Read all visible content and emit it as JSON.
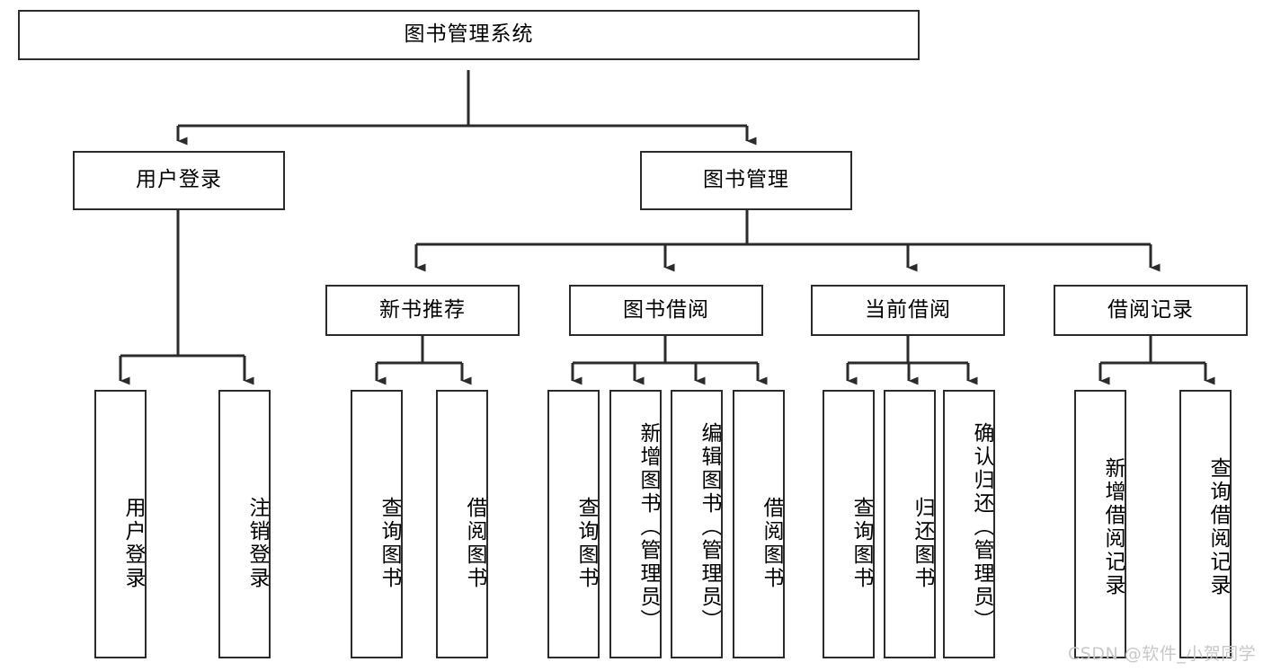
{
  "diagram": {
    "title": "图书管理系统",
    "type": "tree-hierarchy",
    "watermark": "CSDN @软件_小贺同学",
    "colors": {
      "stroke": "#2b2b2b",
      "fill": "#ffffff",
      "text": "#000000",
      "watermark": "#c8c8c8"
    },
    "levels": {
      "root": "图书管理系统",
      "level2": [
        "用户登录",
        "图书管理"
      ],
      "level3": [
        "新书推荐",
        "图书借阅",
        "当前借阅",
        "借阅记录"
      ]
    },
    "nodes": {
      "root": "图书管理系统",
      "user_login": "用户登录",
      "book_manage": "图书管理",
      "new_book_rec": "新书推荐",
      "book_borrow": "图书借阅",
      "current_borrow": "当前借阅",
      "borrow_record": "借阅记录",
      "leaf_user_login": "用户登录",
      "leaf_logout": "注销登录",
      "leaf_query_book_1": "查询图书",
      "leaf_borrow_book_1": "借阅图书",
      "leaf_query_book_2": "查询图书",
      "leaf_add_book": "新增图书（管理员）",
      "leaf_edit_book": "编辑图书（管理员）",
      "leaf_borrow_book_2": "借阅图书",
      "leaf_query_book_3": "查询图书",
      "leaf_return_book": "归还图书",
      "leaf_confirm_return": "确认归还（管理员）",
      "leaf_add_record": "新增借阅记录",
      "leaf_query_record": "查询借阅记录"
    }
  }
}
